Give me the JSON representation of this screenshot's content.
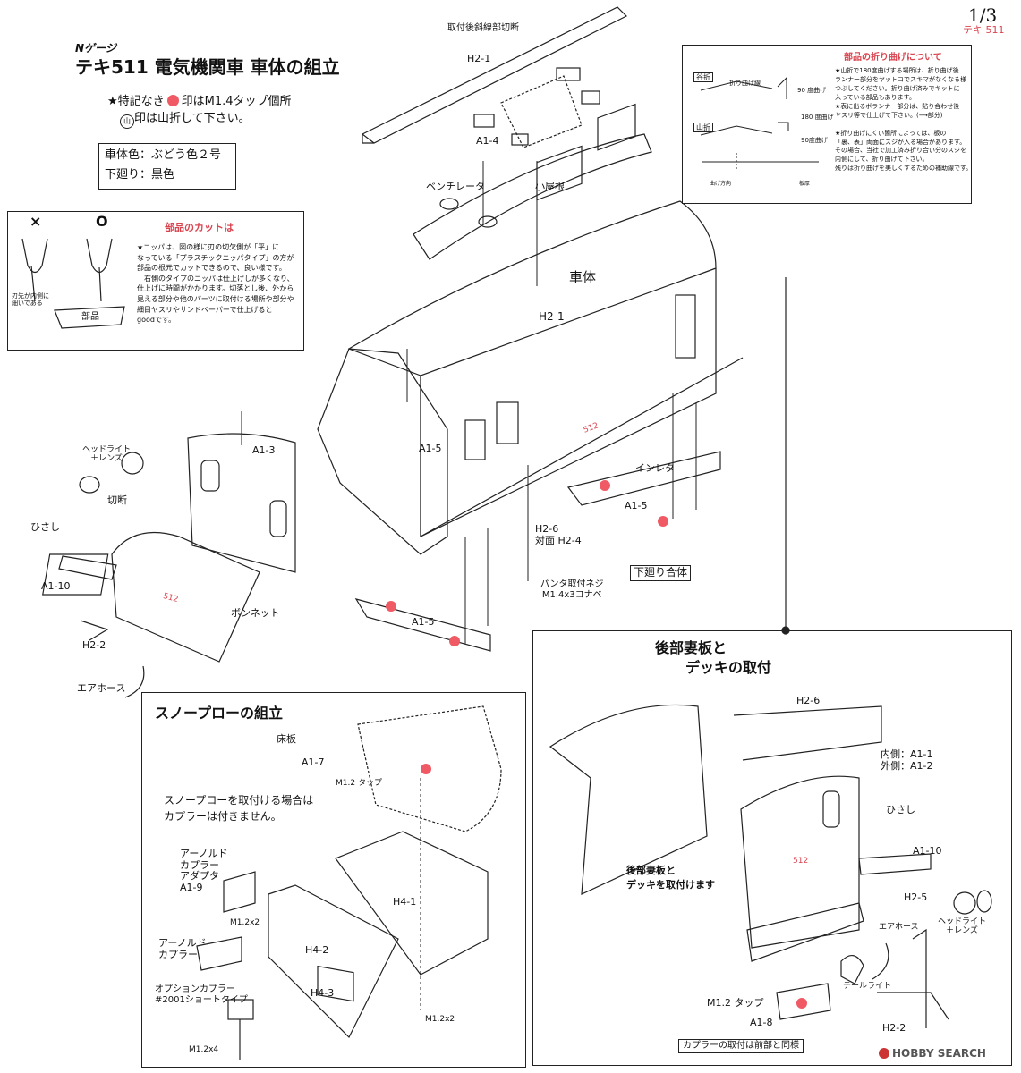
{
  "header": {
    "page_number": "1/3",
    "model_code": "テキ 511",
    "gauge": "Nゲージ",
    "title": "テキ511 電気機関車 車体の組立",
    "note_line1_prefix": "★特記なき",
    "note_line1_suffix": "印はM1.4タップ個所",
    "note_line2_suffix": "印は山折して下さい。",
    "mountain_fold_mark": "山"
  },
  "colors_box": {
    "body_color": "車体色：ぶどう色２号",
    "underframe_color": "下廻り：黒色"
  },
  "cut_box": {
    "title": "部品のカットは",
    "x_mark": "×",
    "o_mark": "O",
    "blade_note": "刃先が内側に\n細いである",
    "part_label": "部品",
    "text": "★ニッパは、図の様に刃の切欠側が「平」に\nなっている「プラスチックニッパタイプ」の方が\n部品の根元でカットできるので、良い様です。\n　右側のタイプのニッパは仕上げしが多くなり、\n仕上げに時間がかかります。切落とし後、外から\n見える部分や他のパーツに取付ける場所や部分や\n細目ヤスリやサンドペーパーで仕上げると\ngoodです。"
  },
  "fold_box": {
    "title": "部品の折り曲げについて",
    "valley_label": "谷折",
    "mountain_label": "山折",
    "fold_label_1": "折り曲げ線",
    "deg90_1": "90 度曲げ",
    "deg180": "180 度曲げ",
    "deg90_2": "90度曲げ",
    "bend_direction": "曲げ方向",
    "bend_thickness": "板厚",
    "text": "★山折で180度曲げする場所は、折り曲げ後\nランナー部分をヤットコでスキマがなくなる様\nつぶしてください。折り曲げ済みでキットに\n入っている部品もあります。\n★表に出るボランナー部分は、貼り合わせ後\nヤスリ等で仕上げて下さい。(⟶部分)\n\n★折り曲げにくい箇所によっては、板の\n「裏、表」両面にスジが入る場合があります。\nその場合、当社で加工済み折り合い分のスジを\n内側にして、折り曲げて下さい。\n残りは折り曲げを美しくするための補助線です。"
  },
  "main_labels": {
    "cut_after_attach": "取付後斜線部切断",
    "h2_1_roof": "H2-1",
    "a1_4": "A1-4",
    "ventilator": "ベンチレータ",
    "small_roof": "小屋根",
    "body": "車体",
    "h2_1_body": "H2-1",
    "a1_3": "A1-3",
    "a1_5_side": "A1-5",
    "headlight_lens": "ヘッドライト\n＋レンズ",
    "cut": "切断",
    "hisashi": "ひさし",
    "a1_10": "A1-10",
    "bonnet": "ボンネット",
    "h2_2": "H2-2",
    "air_hose": "エアホース",
    "inlet": "インレタ",
    "a1_5_right": "A1-5",
    "underframe_combine": "下廻り合体",
    "h2_6_opposite": "H2-6\n対面 H2-4",
    "panto_screw": "パンタ取付ネジ\nM1.4x3コナベ",
    "a1_5_bottom": "A1-5",
    "car_number": "512"
  },
  "snowplow": {
    "title": "スノープローの組立",
    "floor": "床板",
    "a1_7": "A1-7",
    "m12_tap": "M1.2 タップ",
    "note_line1": "スノープローを取付ける場合は",
    "note_line2": "カプラーは付きません。",
    "arnold_adapter": "アーノルド\nカプラー\nアダプタ\nA1-9",
    "m12x2_a": "M1.2x2",
    "arnold_coupler": "アーノルド\nカプラー",
    "option_coupler": "オプションカプラー\n#2001ショートタイプ",
    "m12x4": "M1.2x4",
    "h4_1": "H4-1",
    "h4_2": "H4-2",
    "h4_3": "H4-3",
    "m12x2_b": "M1.2x2"
  },
  "rear": {
    "title_line1": "後部妻板と",
    "title_line2": "デッキの取付",
    "h2_6": "H2-6",
    "inner_outer": "内側：A1-1\n外側：A1-2",
    "hisashi": "ひさし",
    "a1_10": "A1-10",
    "note_line1": "後部妻板と",
    "note_line2": "デッキを取付けます",
    "h2_5": "H2-5",
    "air_hose": "エアホース",
    "headlight_lens": "ヘッドライト\n＋レンズ",
    "tail_light": "テールライト",
    "m12_tap": "M1.2 タップ",
    "a1_8": "A1-8",
    "h2_2": "H2-2",
    "coupler_note": "カプラーの取付は前部と同様"
  },
  "watermark": {
    "text": "HOBBY SEARCH"
  },
  "colors": {
    "accent_red": "#d9444f",
    "tap_dot": "#ef5a64",
    "line": "#222222"
  }
}
